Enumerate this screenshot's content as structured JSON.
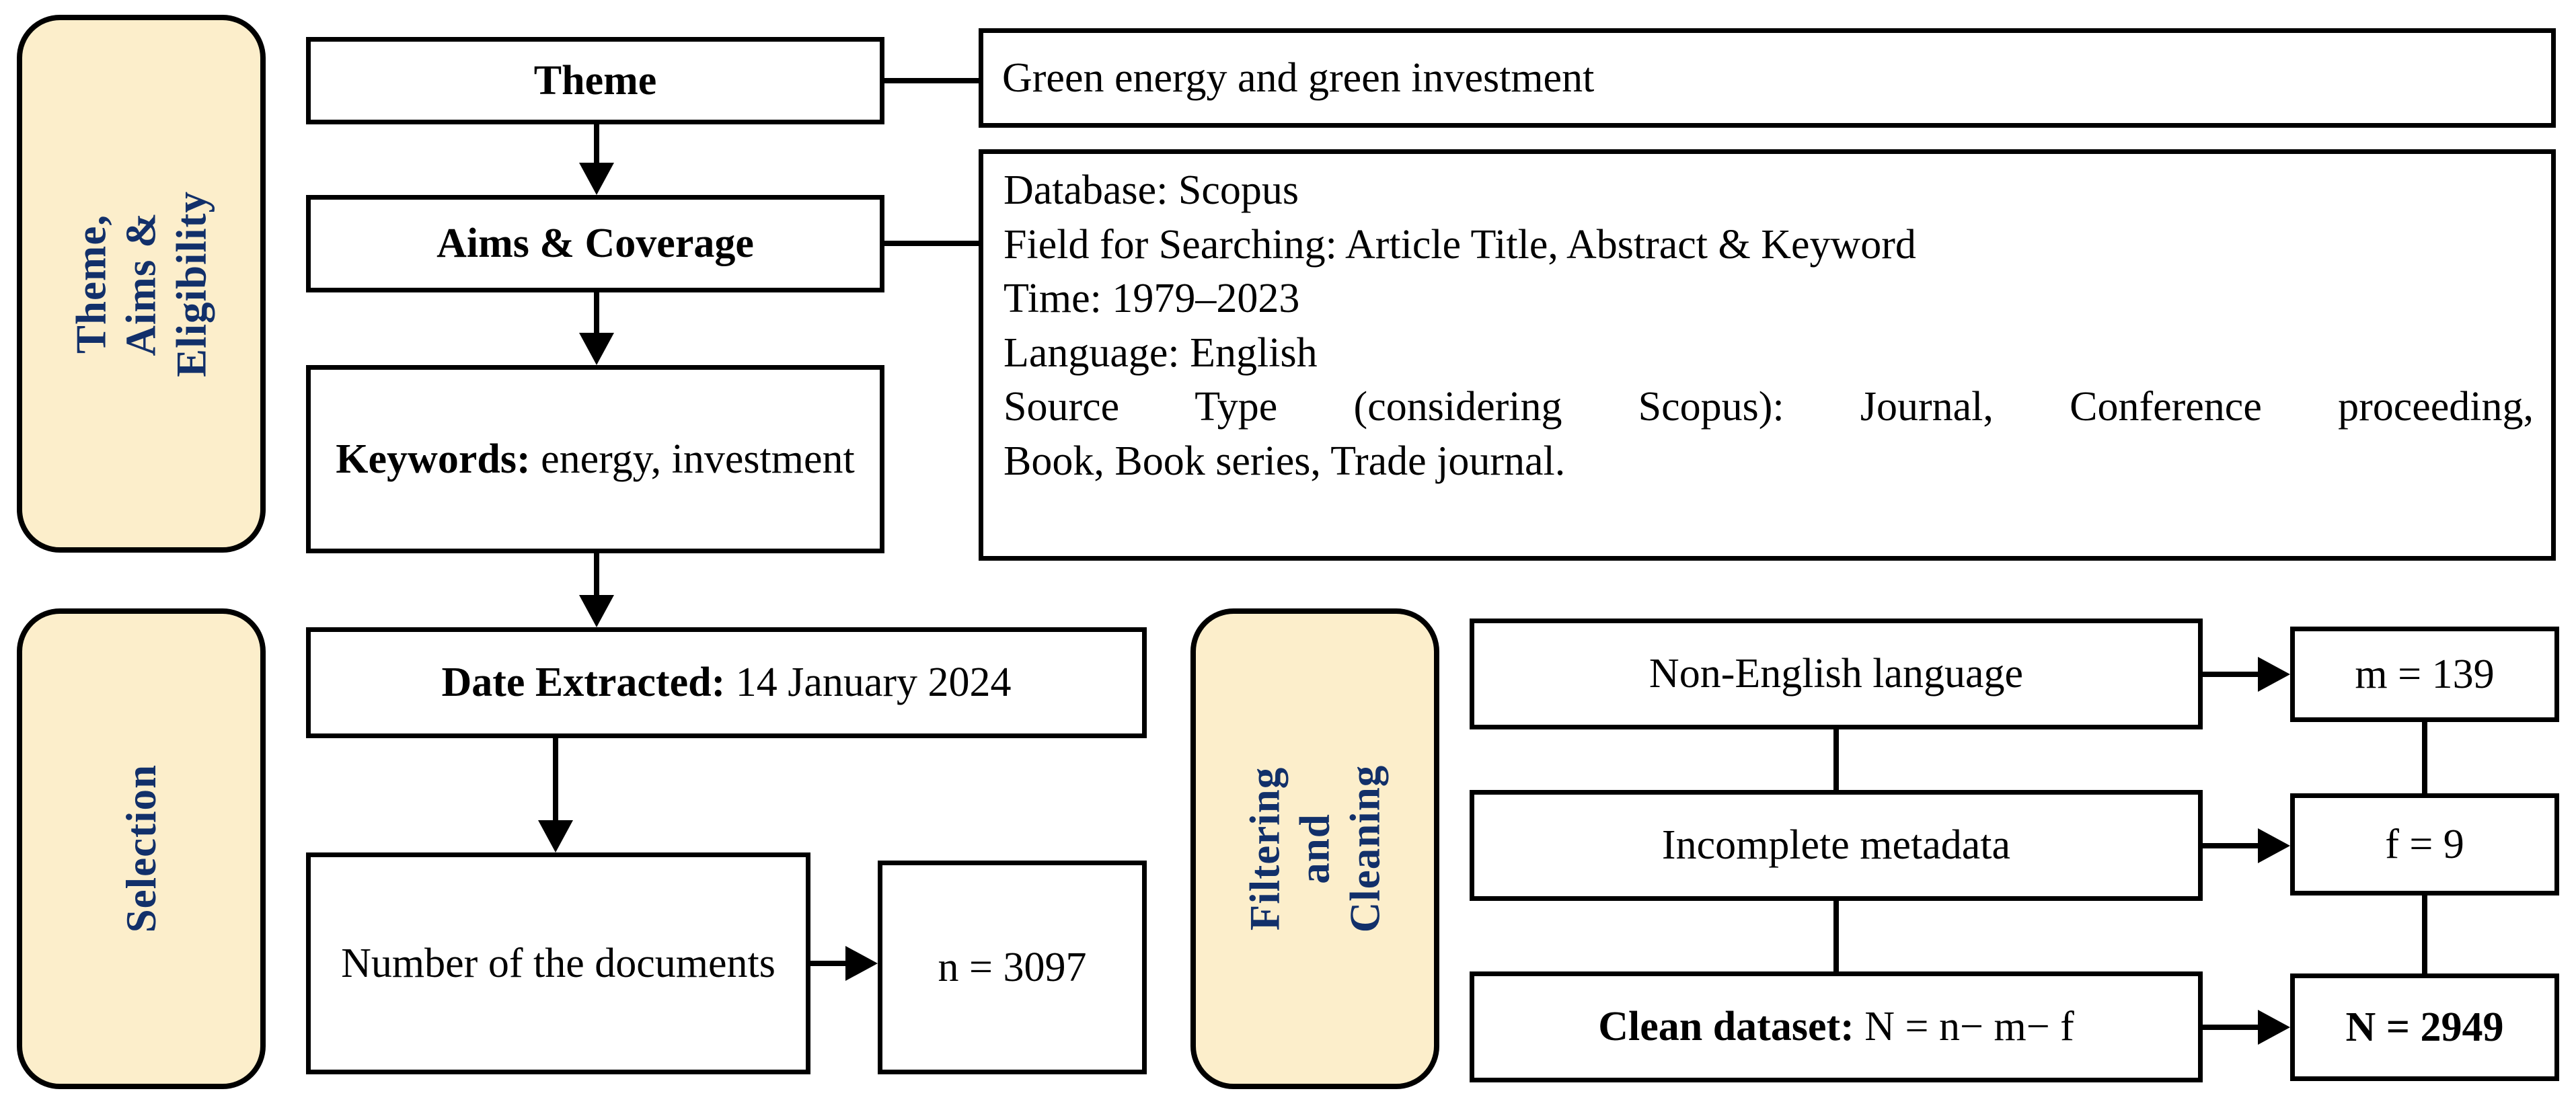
{
  "figure": {
    "type": "flowchart",
    "title": "Literature search and data cleaning workflow",
    "colors": {
      "stage_fill": "#fceecb",
      "stage_label_text": "#12306a",
      "box_border": "#000000",
      "box_fill": "#ffffff",
      "body_text": "#000000",
      "page_background": "#ffffff"
    }
  },
  "stages": {
    "theme_aims_eligibility": {
      "label": "Theme, Aims &\nEligibility"
    },
    "selection": {
      "label": "Selection"
    },
    "filtering_cleaning": {
      "label": "Filtering and\nCleaning"
    }
  },
  "boxes": {
    "theme": {
      "label": "Theme"
    },
    "theme_value": {
      "label": "Green energy and green investment"
    },
    "aims_coverage": {
      "label": "Aims & Coverage"
    },
    "keywords": {
      "label_bold": "Keywords:",
      "label_rest": " energy, investment"
    },
    "date_extracted": {
      "label_bold": "Date Extracted:",
      "label_rest": " 14 January 2024"
    },
    "number_of_documents": {
      "label": "Number of the documents"
    },
    "documents_count": {
      "label": "n = 3097"
    },
    "non_english": {
      "label": "Non-English language"
    },
    "non_english_count": {
      "label": "m = 139"
    },
    "incomplete_metadata": {
      "label": "Incomplete metadata"
    },
    "incomplete_metadata_count": {
      "label": "f = 9"
    },
    "clean_dataset": {
      "label_bold": "Clean dataset:",
      "label_rest": "  N = n− m− f"
    },
    "clean_dataset_count": {
      "label": "N = 2949"
    }
  },
  "coverage_panel": {
    "lines": [
      "Database: Scopus",
      "Field for Searching: Article Title, Abstract & Keyword",
      "Time: 1979–2023",
      "Language: English",
      "Source Type (considering Scopus): Journal, Conference proceeding,",
      "Book, Book series, Trade journal."
    ]
  },
  "chart_data": {
    "type": "table",
    "title": "Literature search and data cleaning workflow",
    "nodes": [
      {
        "id": "theme",
        "stage": "Theme, Aims & Eligibility",
        "label": "Theme",
        "value": "Green energy and green investment"
      },
      {
        "id": "aims_coverage",
        "stage": "Theme, Aims & Eligibility",
        "label": "Aims & Coverage",
        "value": "Database: Scopus; Field for Searching: Article Title, Abstract & Keyword; Time: 1979–2023; Language: English; Source Type (considering Scopus): Journal, Conference proceeding, Book, Book series, Trade journal."
      },
      {
        "id": "keywords",
        "stage": "Theme, Aims & Eligibility",
        "label": "Keywords",
        "value": "energy, investment"
      },
      {
        "id": "date_extracted",
        "stage": "Selection",
        "label": "Date Extracted",
        "value": "14 January 2024"
      },
      {
        "id": "number_of_documents",
        "stage": "Selection",
        "label": "Number of the documents",
        "value": "n = 3097"
      },
      {
        "id": "non_english",
        "stage": "Filtering and Cleaning",
        "label": "Non-English language",
        "value": "m = 139"
      },
      {
        "id": "incomplete_metadata",
        "stage": "Filtering and Cleaning",
        "label": "Incomplete metadata",
        "value": "f = 9"
      },
      {
        "id": "clean_dataset",
        "stage": "Filtering and Cleaning",
        "label": "Clean dataset: N = n− m− f",
        "value": "N = 2949"
      }
    ],
    "counts": {
      "n": 3097,
      "m": 139,
      "f": 9,
      "N": 2949
    },
    "time_range": [
      1979,
      2023
    ]
  }
}
